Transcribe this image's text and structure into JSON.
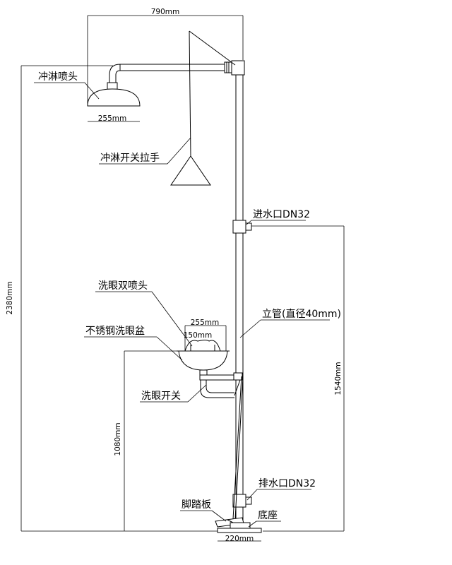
{
  "dimensions": {
    "top_width": "790mm",
    "shower_head_width": "255mm",
    "total_height": "2380mm",
    "basin_outer_width": "255mm",
    "basin_inner_width": "150mm",
    "basin_height": "1080mm",
    "inlet_height": "1540mm",
    "base_width": "220mm"
  },
  "labels": {
    "shower_head": "冲淋喷头",
    "shower_pull": "冲淋开关拉手",
    "water_inlet": "进水口DN32",
    "eye_wash_nozzle": "洗眼双喷头",
    "standpipe": "立管(直径40mm)",
    "steel_basin": "不锈钢洗眼盆",
    "eye_wash_switch": "洗眼开关",
    "drain": "排水口DN32",
    "foot_pedal": "脚踏板",
    "base": "底座"
  }
}
